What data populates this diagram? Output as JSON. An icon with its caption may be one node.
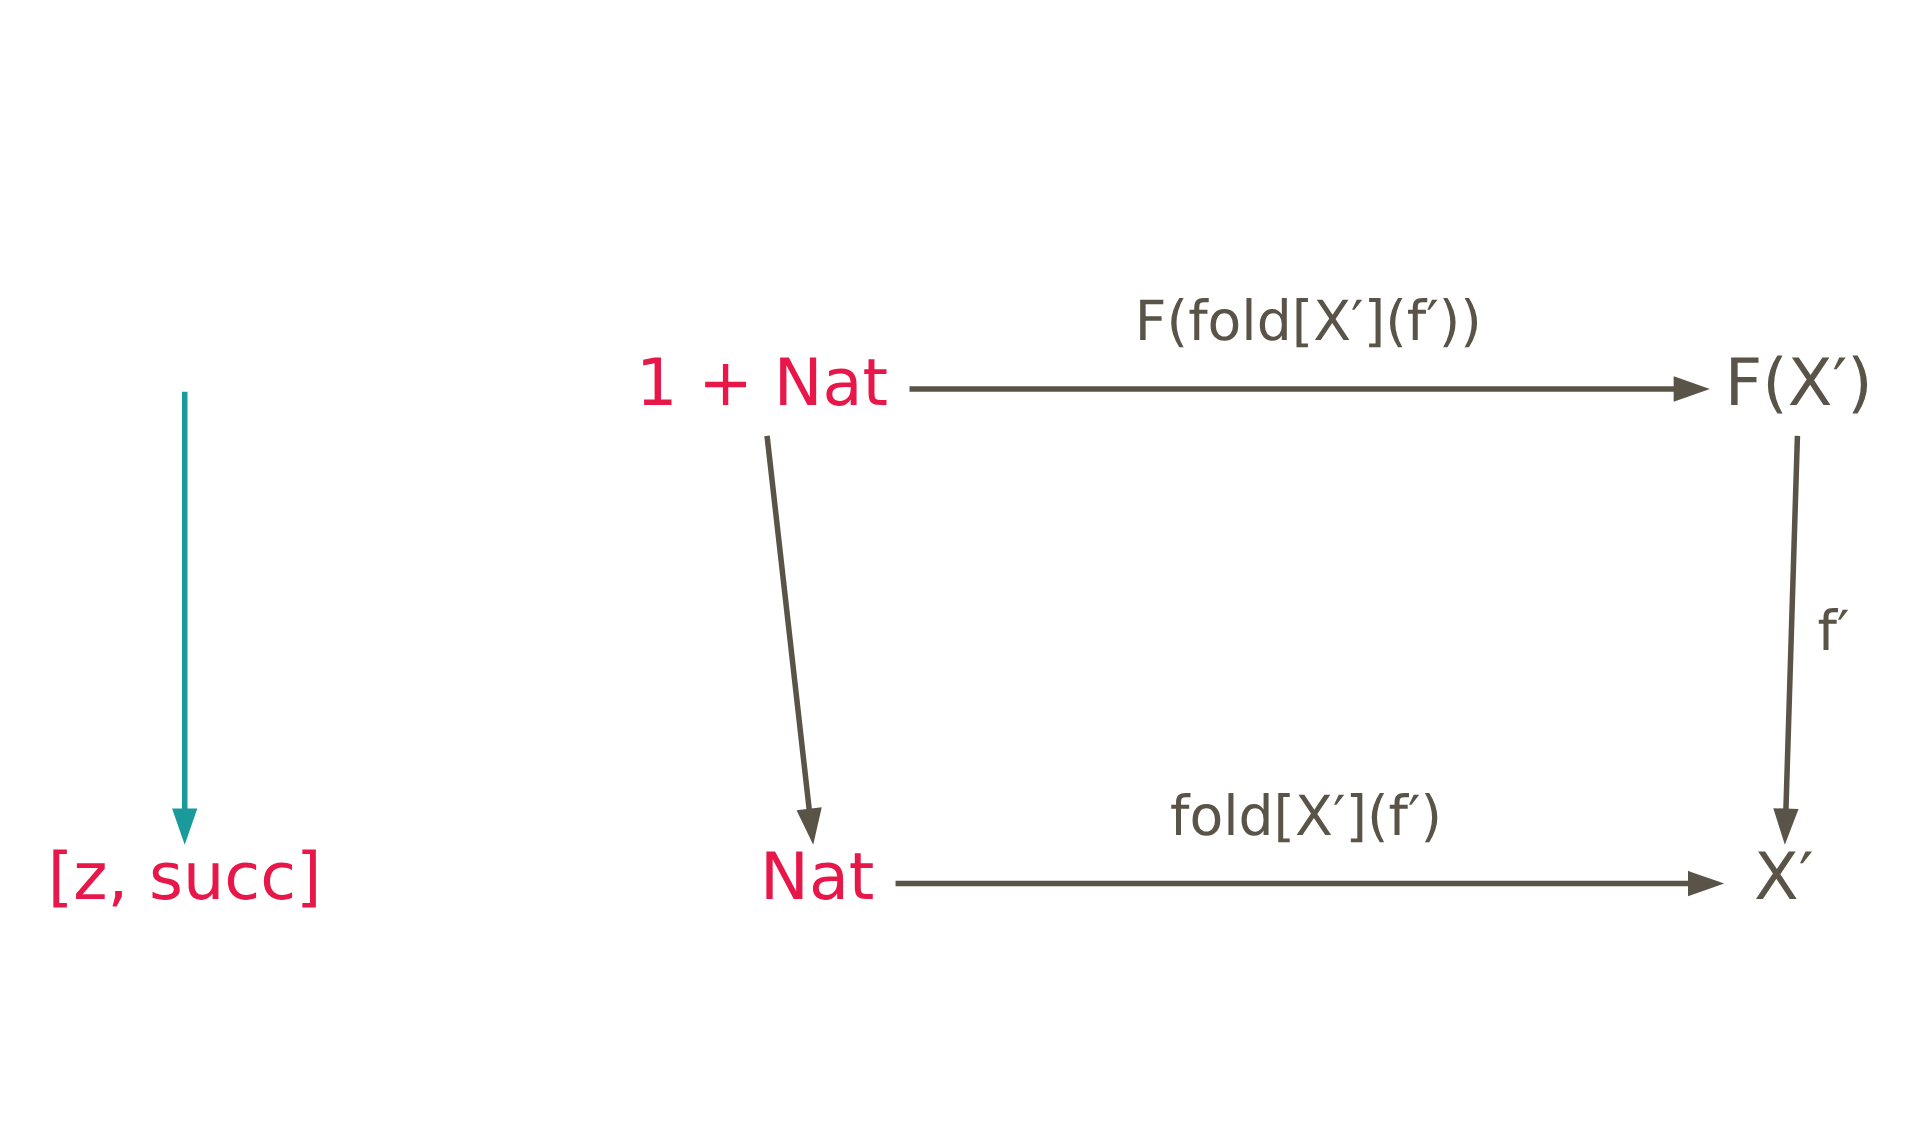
{
  "diagram": {
    "nodes": [
      {
        "text": [
          "1 + Nat"
        ]
      },
      {
        "text": [
          "F(X′)"
        ]
      },
      {
        "text": [
          "[z, succ]"
        ]
      },
      {
        "text": [
          "Nat"
        ]
      },
      {
        "text": [
          "X′"
        ]
      }
    ],
    "edges": [
      {
        "from": 0,
        "to": 1,
        "arrow": "to",
        "label": "F(fold[X′](f′))"
      },
      {
        "from": 0,
        "to": 3,
        "arrow": "to"
      },
      {
        "from": 1,
        "to": 4,
        "arrow": "to",
        "label": "f′"
      },
      {
        "from": 3,
        "to": 4,
        "arrow": "to",
        "label": "fold[X′](f′)"
      },
      {
        "from": null,
        "to": 2,
        "arrow": "to",
        "color": "#1a9a9a"
      }
    ]
  }
}
